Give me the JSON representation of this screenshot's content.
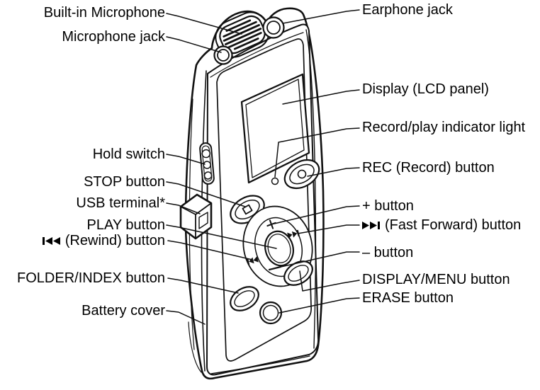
{
  "figure": {
    "background": "#ffffff",
    "line_color": "#111111"
  },
  "labels": {
    "left": [
      {
        "text": "Built-in Microphone"
      },
      {
        "text": "Microphone jack"
      },
      {
        "text": "Hold switch"
      },
      {
        "text": "STOP button"
      },
      {
        "text": "USB terminal*"
      },
      {
        "text": "PLAY button"
      },
      {
        "icon": "rewind-icon",
        "text": "(Rewind) button"
      },
      {
        "text": "FOLDER/INDEX button"
      },
      {
        "text": "Battery cover"
      }
    ],
    "right": [
      {
        "text": "Earphone jack"
      },
      {
        "text": "Display (LCD panel)"
      },
      {
        "text": "Record/play indicator light"
      },
      {
        "text": "REC (Record) button"
      },
      {
        "text": "+ button"
      },
      {
        "icon": "fast-forward-icon",
        "text": "(Fast Forward) button"
      },
      {
        "text": "– button"
      },
      {
        "text": "DISPLAY/MENU button"
      },
      {
        "text": "ERASE button"
      }
    ]
  },
  "device_glyphs": {
    "volume_up": "+",
    "volume_down": "–"
  }
}
